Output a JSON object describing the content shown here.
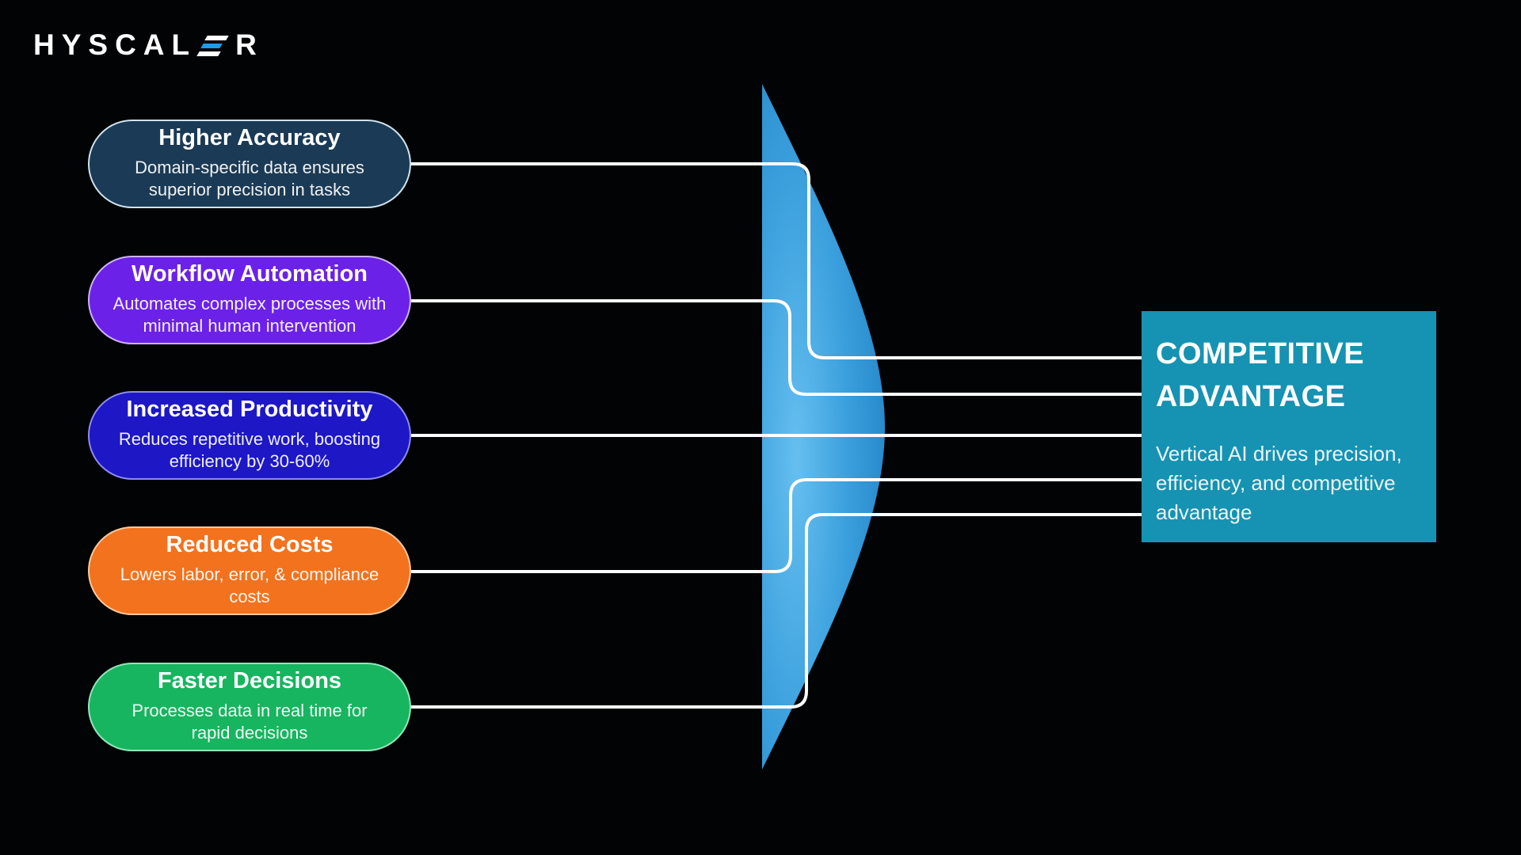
{
  "logo": {
    "prefix": "HYSCAL",
    "suffix": "R",
    "accent_bar_color": "#1d9bf0",
    "bar_color": "#ffffff"
  },
  "benefits": [
    {
      "title": "Higher Accuracy",
      "description": "Domain-specific data ensures superior precision in tasks",
      "bg": "#1b3a55",
      "border": "#cfe2ee"
    },
    {
      "title": "Workflow Automation",
      "description": "Automates complex processes with minimal human intervention",
      "bg": "#6b21e8",
      "border": "#cdb2f7"
    },
    {
      "title": "Increased Productivity",
      "description": "Reduces repetitive work, boosting efficiency by 30-60%",
      "bg": "#1d17c6",
      "border": "#8e8af0"
    },
    {
      "title": "Reduced Costs",
      "description": "Lowers labor, error, & compliance costs",
      "bg": "#f3721e",
      "border": "#fbc9a0"
    },
    {
      "title": "Faster Decisions",
      "description": "Processes data in real time for rapid decisions",
      "bg": "#17b55f",
      "border": "#93e4bb"
    }
  ],
  "result": {
    "title_line1": "COMPETITIVE",
    "title_line2": "ADVANTAGE",
    "description": "Vertical AI drives precision, efficiency, and competitive advantage",
    "bg": "#1692b2"
  },
  "lens": {
    "color_light": "#66bff0",
    "color_mid": "#3a9fdc",
    "color_deep": "#2181c4"
  },
  "connector_color": "#ffffff"
}
